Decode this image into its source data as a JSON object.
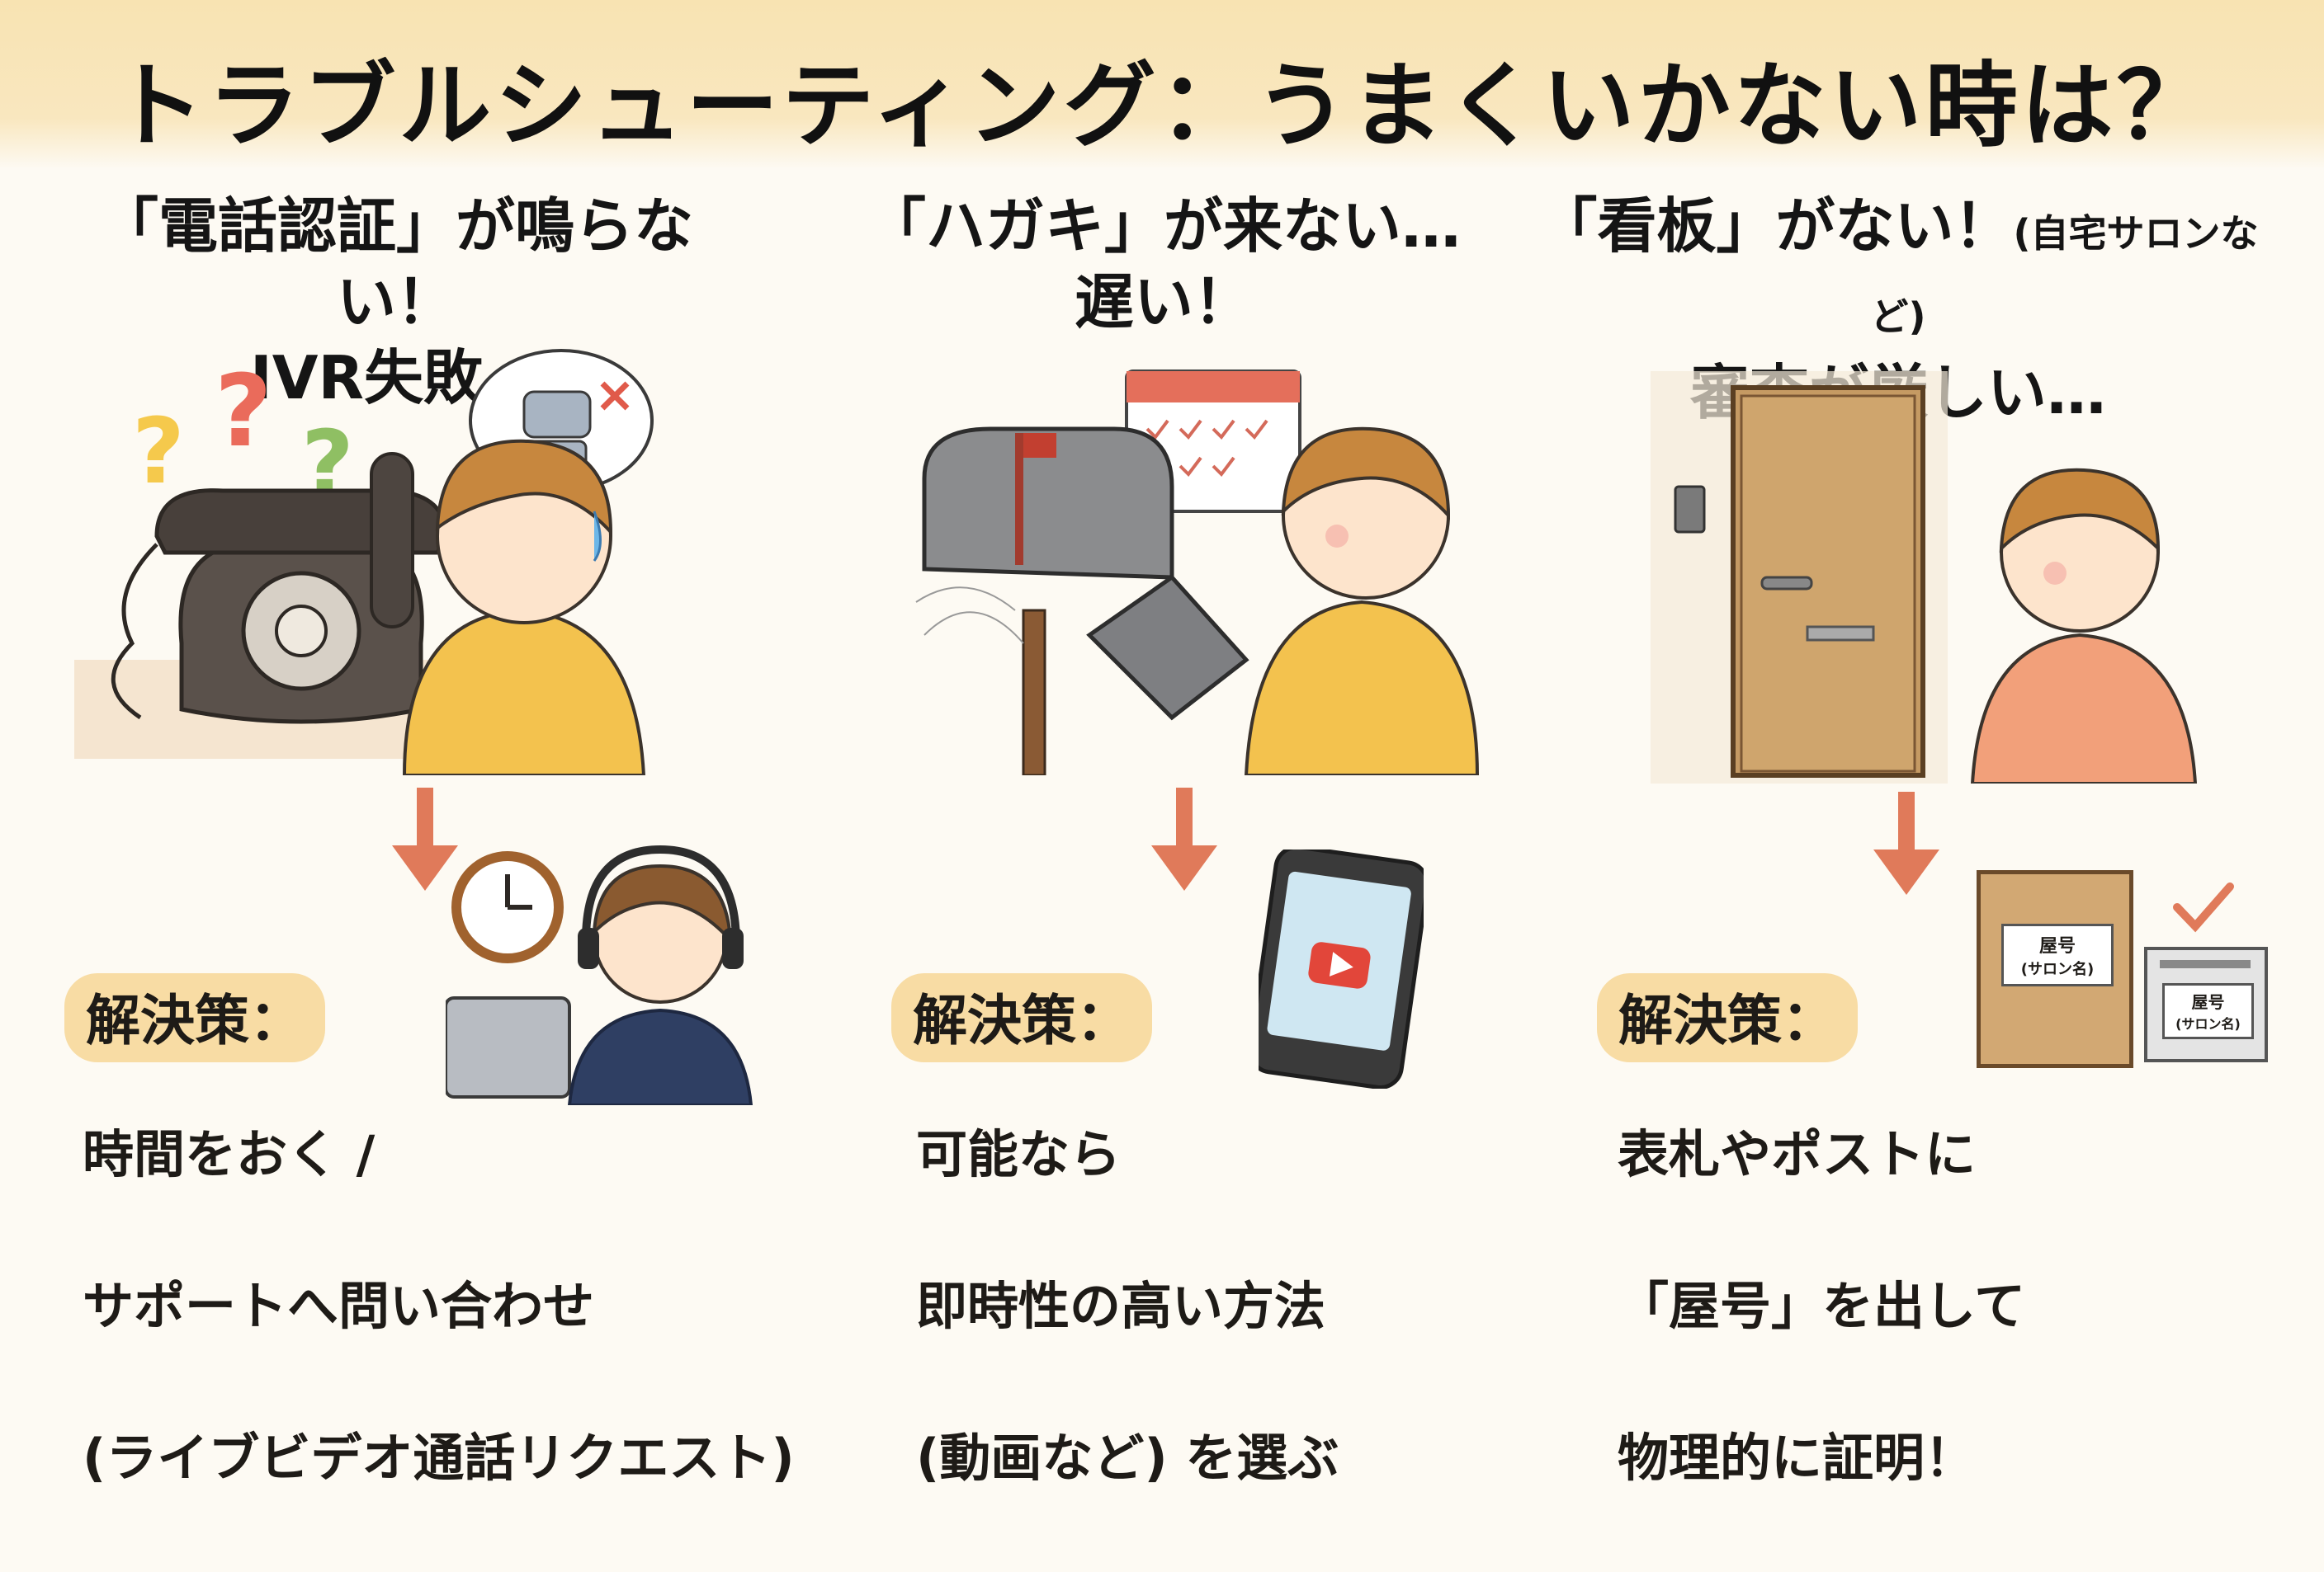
{
  "title": "トラブルシューティング：うまくいかない時は？",
  "columns": [
    {
      "heading_line1": "「電話認証」が鳴らない！",
      "heading_line2": "IVR失敗…",
      "heading_note": "",
      "solution_label": "解決策：",
      "solution_lines": [
        "時間をおく /",
        "サポートへ問い合わせ",
        "(ライブビデオ通話リクエスト)"
      ],
      "icons": [
        "rotary-phone-icon",
        "question-mark-icon",
        "robot-icon",
        "clock-icon",
        "headset-operator-icon"
      ]
    },
    {
      "heading_line1": "「ハガキ」が来ない…",
      "heading_line2": "遅い！",
      "heading_note": "",
      "solution_label": "解決策：",
      "solution_lines": [
        "可能なら",
        "即時性の高い方法",
        "(動画など) を選ぶ"
      ],
      "icons": [
        "mailbox-icon",
        "calendar-icon",
        "smartphone-video-icon"
      ]
    },
    {
      "heading_line1": "「看板」がない！",
      "heading_line2": "審査が厳しい…",
      "heading_note": "(自宅サロンなど)",
      "solution_label": "解決策：",
      "solution_lines": [
        "表札やポストに",
        "「屋号」を出して",
        "物理的に証明！"
      ],
      "door_sign": "屋号",
      "door_sign_sub": "(サロン名)",
      "post_sign": "屋号",
      "post_sign_sub": "(サロン名)",
      "icons": [
        "door-icon",
        "check-icon",
        "post-box-icon"
      ]
    }
  ],
  "colors": {
    "title_band": "#f8e3b2",
    "arrow": "#e07a5a",
    "label_bg": "#f8dca4",
    "shirt_yellow": "#f3c24e",
    "shirt_orange": "#f2a07a"
  }
}
